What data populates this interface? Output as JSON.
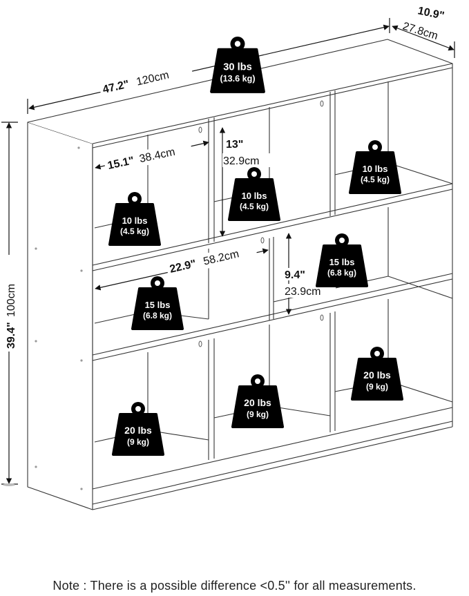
{
  "dimensions": {
    "width": {
      "imperial": "47.2\"",
      "metric": "120cm"
    },
    "depth": {
      "imperial": "10.9\"",
      "metric": "27.8cm"
    },
    "height": {
      "imperial": "39.4\"",
      "metric": "100cm"
    },
    "cubby_width": {
      "imperial": "15.1\"",
      "metric": "38.4cm"
    },
    "cubby_height": {
      "imperial": "13\"",
      "metric": "32.9cm"
    },
    "wide_shelf_width": {
      "imperial": "22.9\"",
      "metric": "58.2cm"
    },
    "wide_shelf_height": {
      "imperial": "9.4\"",
      "metric": "23.9cm"
    }
  },
  "weights": {
    "top": {
      "lbs": "30 lbs",
      "kg": "(13.6 kg)"
    },
    "row1_left": {
      "lbs": "10 lbs",
      "kg": "(4.5 kg)"
    },
    "row1_mid": {
      "lbs": "10 lbs",
      "kg": "(4.5 kg)"
    },
    "row1_right": {
      "lbs": "10 lbs",
      "kg": "(4.5 kg)"
    },
    "row2_left": {
      "lbs": "15 lbs",
      "kg": "(6.8 kg)"
    },
    "row2_right": {
      "lbs": "15 lbs",
      "kg": "(6.8 kg)"
    },
    "row3_left": {
      "lbs": "20 lbs",
      "kg": "(9 kg)"
    },
    "row3_mid": {
      "lbs": "20 lbs",
      "kg": "(9 kg)"
    },
    "row3_right": {
      "lbs": "20 lbs",
      "kg": "(9 kg)"
    }
  },
  "note": "Note : There is a possible difference <0.5'' for all measurements."
}
